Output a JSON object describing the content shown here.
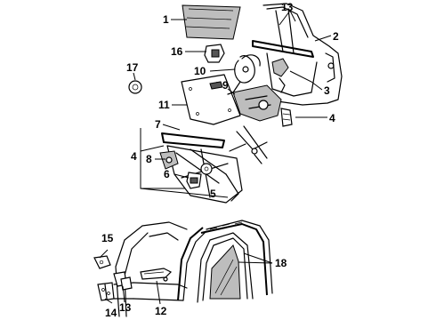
{
  "labels": {
    "l1": "1",
    "l2": "2",
    "l3": "3",
    "l4a": "4",
    "l4b": "4",
    "l5": "5",
    "l6": "6",
    "l7": "7",
    "l8": "8",
    "l9": "9",
    "l10": "10",
    "l11": "11",
    "l12": "12",
    "l13a": "13",
    "l13b": "13",
    "l14": "14",
    "l15": "15",
    "l16": "16",
    "l17": "17",
    "l18": "18"
  }
}
